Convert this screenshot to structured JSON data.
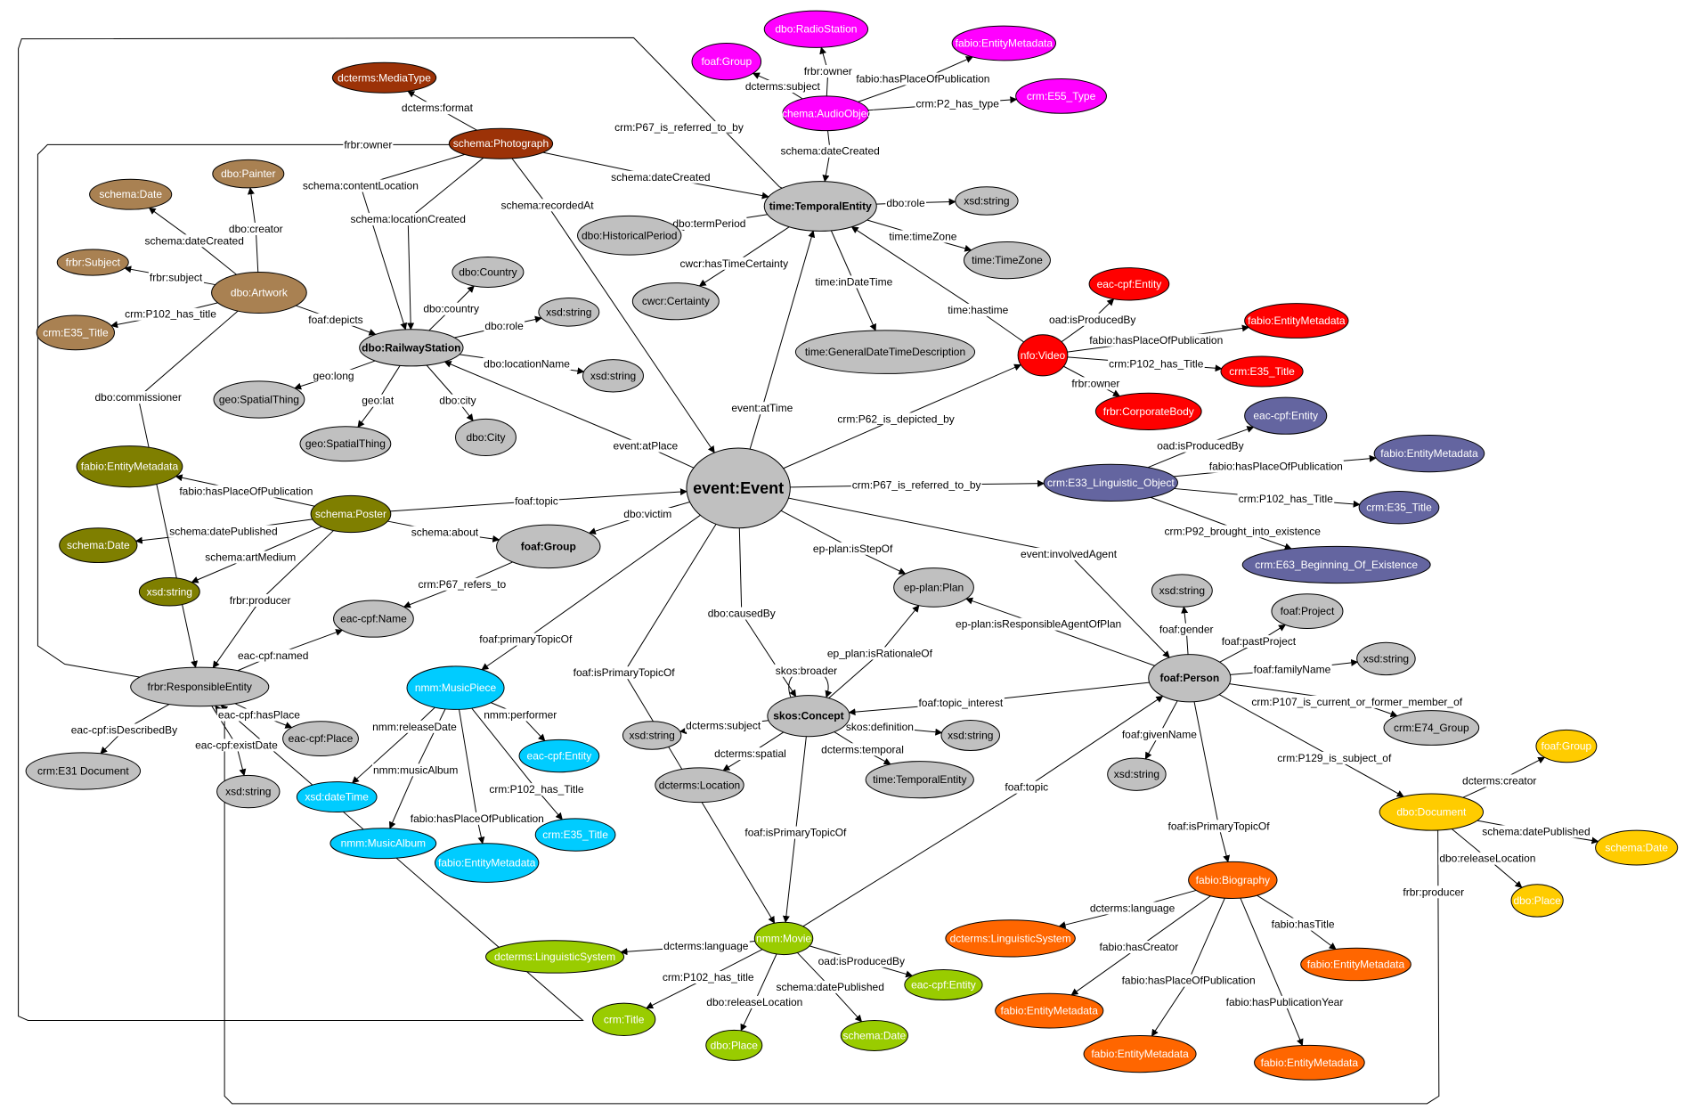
{
  "colors": {
    "grey": "#c0c0c0",
    "brown": "#a98152",
    "darkbrown": "#9c3207",
    "magenta": "#ff00ff",
    "red": "#ff0000",
    "slate": "#6465a0",
    "olive": "#7f7f00",
    "cyan": "#00ccff",
    "lime": "#99cc00",
    "orange": "#ff6600",
    "gold": "#ffcc00"
  },
  "nodes": [
    {
      "id": "n_mediatype",
      "label": "dcterms:MediaType",
      "color": "darkbrown"
    },
    {
      "id": "n_photo",
      "label": "schema:Photograph",
      "color": "darkbrown"
    },
    {
      "id": "n_painter",
      "label": "dbo:Painter",
      "color": "brown"
    },
    {
      "id": "n_date1",
      "label": "schema:Date",
      "color": "brown"
    },
    {
      "id": "n_subject",
      "label": "frbr:Subject",
      "color": "brown"
    },
    {
      "id": "n_artwork",
      "label": "dbo:Artwork",
      "color": "brown"
    },
    {
      "id": "n_title1",
      "label": "crm:E35_Title",
      "color": "brown"
    },
    {
      "id": "n_radio",
      "label": "dbo:RadioStation",
      "color": "magenta"
    },
    {
      "id": "n_group1",
      "label": "foaf:Group",
      "color": "magenta"
    },
    {
      "id": "n_fem1",
      "label": "fabio:EntityMetadata",
      "color": "magenta"
    },
    {
      "id": "n_audio",
      "label": "schema:AudioObject",
      "color": "magenta"
    },
    {
      "id": "n_type",
      "label": "crm:E55_Type",
      "color": "magenta"
    },
    {
      "id": "n_temporal",
      "label": "time:TemporalEntity",
      "color": "grey",
      "bold": true
    },
    {
      "id": "n_xsd1",
      "label": "xsd:string",
      "color": "grey"
    },
    {
      "id": "n_hist",
      "label": "dbo:HistoricalPeriod",
      "color": "grey"
    },
    {
      "id": "n_tz",
      "label": "time:TimeZone",
      "color": "grey"
    },
    {
      "id": "n_cert",
      "label": "cwcr:Certainty",
      "color": "grey"
    },
    {
      "id": "n_gdtd",
      "label": "time:GeneralDateTimeDescription",
      "color": "grey"
    },
    {
      "id": "n_country",
      "label": "dbo:Country",
      "color": "grey"
    },
    {
      "id": "n_xsd2",
      "label": "xsd:string",
      "color": "grey"
    },
    {
      "id": "n_rail",
      "label": "dbo:RailwayStation",
      "color": "grey",
      "bold": true
    },
    {
      "id": "n_xsd3",
      "label": "xsd:string",
      "color": "grey"
    },
    {
      "id": "n_spat1",
      "label": "geo:SpatialThing",
      "color": "grey"
    },
    {
      "id": "n_spat2",
      "label": "geo:SpatialThing",
      "color": "grey"
    },
    {
      "id": "n_city",
      "label": "dbo:City",
      "color": "grey"
    },
    {
      "id": "n_event",
      "label": "event:Event",
      "color": "grey",
      "bold": true,
      "big": true
    },
    {
      "id": "n_eacent1",
      "label": "eac-cpf:Entity",
      "color": "red"
    },
    {
      "id": "n_fem2",
      "label": "fabio:EntityMetadata",
      "color": "red"
    },
    {
      "id": "n_video",
      "label": "nfo:Video",
      "color": "red"
    },
    {
      "id": "n_title2",
      "label": "crm:E35_Title",
      "color": "red"
    },
    {
      "id": "n_corp",
      "label": "frbr:CorporateBody",
      "color": "red"
    },
    {
      "id": "n_eacent2",
      "label": "eac-cpf:Entity",
      "color": "slate"
    },
    {
      "id": "n_fem3",
      "label": "fabio:EntityMetadata",
      "color": "slate"
    },
    {
      "id": "n_ling",
      "label": "crm:E33_Linguistic_Object",
      "color": "slate"
    },
    {
      "id": "n_title3",
      "label": "crm:E35_Title",
      "color": "slate"
    },
    {
      "id": "n_e63",
      "label": "crm:E63_Beginning_Of_Existence",
      "color": "slate"
    },
    {
      "id": "n_fem4",
      "label": "fabio:EntityMetadata",
      "color": "olive"
    },
    {
      "id": "n_poster",
      "label": "schema:Poster",
      "color": "olive"
    },
    {
      "id": "n_date2",
      "label": "schema:Date",
      "color": "olive"
    },
    {
      "id": "n_xsd4",
      "label": "xsd:string",
      "color": "olive"
    },
    {
      "id": "n_group2",
      "label": "foaf:Group",
      "color": "grey",
      "bold": true
    },
    {
      "id": "n_eacname",
      "label": "eac-cpf:Name",
      "color": "grey"
    },
    {
      "id": "n_plan",
      "label": "ep-plan:Plan",
      "color": "grey"
    },
    {
      "id": "n_xsd5",
      "label": "xsd:string",
      "color": "grey"
    },
    {
      "id": "n_project",
      "label": "foaf:Project",
      "color": "grey"
    },
    {
      "id": "n_xsd6",
      "label": "xsd:string",
      "color": "grey"
    },
    {
      "id": "n_person",
      "label": "foaf:Person",
      "color": "grey",
      "bold": true
    },
    {
      "id": "n_e74",
      "label": "crm:E74_Group",
      "color": "grey"
    },
    {
      "id": "n_resp",
      "label": "frbr:ResponsibleEntity",
      "color": "grey"
    },
    {
      "id": "n_eacplace",
      "label": "eac-cpf:Place",
      "color": "grey"
    },
    {
      "id": "n_e31",
      "label": "crm:E31 Document",
      "color": "grey"
    },
    {
      "id": "n_xsd7",
      "label": "xsd:string",
      "color": "grey"
    },
    {
      "id": "n_music",
      "label": "nmm:MusicPiece",
      "color": "cyan"
    },
    {
      "id": "n_eacent3",
      "label": "eac-cpf:Entity",
      "color": "cyan"
    },
    {
      "id": "n_dt",
      "label": "xsd:dateTime",
      "color": "cyan"
    },
    {
      "id": "n_album",
      "label": "nmm:MusicAlbum",
      "color": "cyan"
    },
    {
      "id": "n_fem5",
      "label": "fabio:EntityMetadata",
      "color": "cyan"
    },
    {
      "id": "n_title4",
      "label": "crm:E35_Title",
      "color": "cyan"
    },
    {
      "id": "n_concept",
      "label": "skos:Concept",
      "color": "grey",
      "bold": true
    },
    {
      "id": "n_xsd8",
      "label": "xsd:string",
      "color": "grey"
    },
    {
      "id": "n_xsd9",
      "label": "xsd:string",
      "color": "grey"
    },
    {
      "id": "n_loc",
      "label": "dcterms:Location",
      "color": "grey"
    },
    {
      "id": "n_temporal2",
      "label": "time:TemporalEntity",
      "color": "grey"
    },
    {
      "id": "n_xsd10",
      "label": "xsd:string",
      "color": "grey"
    },
    {
      "id": "n_group3",
      "label": "foaf:Group",
      "color": "gold"
    },
    {
      "id": "n_doc",
      "label": "dbo:Document",
      "color": "gold"
    },
    {
      "id": "n_date3",
      "label": "schema:Date",
      "color": "gold"
    },
    {
      "id": "n_place2",
      "label": "dbo:Place",
      "color": "gold"
    },
    {
      "id": "n_bio",
      "label": "fabio:Biography",
      "color": "orange"
    },
    {
      "id": "n_lingsys2",
      "label": "dcterms:LinguisticSystem",
      "color": "orange"
    },
    {
      "id": "n_fem6",
      "label": "fabio:EntityMetadata",
      "color": "orange"
    },
    {
      "id": "n_fem7",
      "label": "fabio:EntityMetadata",
      "color": "orange"
    },
    {
      "id": "n_fem8",
      "label": "fabio:EntityMetadata",
      "color": "orange"
    },
    {
      "id": "n_fem9",
      "label": "fabio:EntityMetadata",
      "color": "orange"
    },
    {
      "id": "n_movie",
      "label": "nmm:Movie",
      "color": "lime"
    },
    {
      "id": "n_lingsys1",
      "label": "dcterms:LinguisticSystem",
      "color": "lime"
    },
    {
      "id": "n_eacent4",
      "label": "eac-cpf:Entity",
      "color": "lime"
    },
    {
      "id": "n_ctitle",
      "label": "crm:Title",
      "color": "lime"
    },
    {
      "id": "n_place1",
      "label": "dbo:Place",
      "color": "lime"
    },
    {
      "id": "n_date4",
      "label": "schema:Date",
      "color": "lime"
    }
  ],
  "edges": [
    {
      "label": "dcterms:format",
      "from": "n_photo",
      "to": "n_mediatype"
    },
    {
      "label": "frbr:owner",
      "from": "n_photo",
      "to": "n_resp"
    },
    {
      "label": "schema:contentLocation",
      "from": "n_photo",
      "to": "n_rail"
    },
    {
      "label": "schema:locationCreated",
      "from": "n_photo",
      "to": "n_rail"
    },
    {
      "label": "schema:recordedAt",
      "from": "n_photo",
      "to": "n_event"
    },
    {
      "label": "schema:dateCreated",
      "from": "n_photo",
      "to": "n_temporal"
    },
    {
      "label": "dbo:creator",
      "from": "n_artwork",
      "to": "n_painter"
    },
    {
      "label": "schema:dateCreated",
      "from": "n_artwork",
      "to": "n_date1"
    },
    {
      "label": "frbr:subject",
      "from": "n_artwork",
      "to": "n_subject"
    },
    {
      "label": "crm:P102_has_title",
      "from": "n_artwork",
      "to": "n_title1"
    },
    {
      "label": "foaf:depicts",
      "from": "n_artwork",
      "to": "n_rail"
    },
    {
      "label": "dbo:commissioner",
      "from": "n_artwork",
      "to": "n_resp"
    },
    {
      "label": "frbr:owner",
      "from": "n_audio",
      "to": "n_radio"
    },
    {
      "label": "dcterms:subject",
      "from": "n_audio",
      "to": "n_group1"
    },
    {
      "label": "fabio:hasPlaceOfPublication",
      "from": "n_audio",
      "to": "n_fem1"
    },
    {
      "label": "crm:P2_has_type",
      "from": "n_audio",
      "to": "n_type"
    },
    {
      "label": "schema:dateCreated",
      "from": "n_audio",
      "to": "n_temporal"
    },
    {
      "label": "crm:P67_is_referred_to_by",
      "from": "n_temporal",
      "to": "n_resp"
    },
    {
      "label": "dbo:role",
      "from": "n_temporal",
      "to": "n_xsd1"
    },
    {
      "label": "dbo:termPeriod",
      "from": "n_temporal",
      "to": "n_hist"
    },
    {
      "label": "time:timeZone",
      "from": "n_temporal",
      "to": "n_tz"
    },
    {
      "label": "cwcr:hasTimeCertainty",
      "from": "n_temporal",
      "to": "n_cert"
    },
    {
      "label": "time:inDateTime",
      "from": "n_temporal",
      "to": "n_gdtd"
    },
    {
      "label": "time:hastime",
      "from": "n_video",
      "to": "n_temporal"
    },
    {
      "label": "dbo:country",
      "from": "n_rail",
      "to": "n_country"
    },
    {
      "label": "dbo:role",
      "from": "n_rail",
      "to": "n_xsd2"
    },
    {
      "label": "dbo:locationName",
      "from": "n_rail",
      "to": "n_xsd3"
    },
    {
      "label": "geo:long",
      "from": "n_rail",
      "to": "n_spat1"
    },
    {
      "label": "geo:lat",
      "from": "n_rail",
      "to": "n_spat2"
    },
    {
      "label": "dbo:city",
      "from": "n_rail",
      "to": "n_city"
    },
    {
      "label": "event:atPlace",
      "from": "n_event",
      "to": "n_rail"
    },
    {
      "label": "event:atTime",
      "from": "n_event",
      "to": "n_temporal"
    },
    {
      "label": "crm:P62_is_depicted_by",
      "from": "n_event",
      "to": "n_video"
    },
    {
      "label": "oad:isProducedBy",
      "from": "n_video",
      "to": "n_eacent1"
    },
    {
      "label": "fabio:hasPlaceOfPublication",
      "from": "n_video",
      "to": "n_fem2"
    },
    {
      "label": "crm:P102_has_Title",
      "from": "n_video",
      "to": "n_title2"
    },
    {
      "label": "frbr:owner",
      "from": "n_video",
      "to": "n_corp"
    },
    {
      "label": "crm:P67_is_referred_to_by",
      "from": "n_event",
      "to": "n_ling"
    },
    {
      "label": "oad:isProducedBy",
      "from": "n_ling",
      "to": "n_eacent2"
    },
    {
      "label": "fabio:hasPlaceOfPublication",
      "from": "n_ling",
      "to": "n_fem3"
    },
    {
      "label": "crm:P102_has_Title",
      "from": "n_ling",
      "to": "n_title3"
    },
    {
      "label": "crm:P92_brought_into_existence",
      "from": "n_ling",
      "to": "n_e63"
    },
    {
      "label": "fabio:hasPlaceOfPublication",
      "from": "n_poster",
      "to": "n_fem4"
    },
    {
      "label": "schema:datePublished",
      "from": "n_poster",
      "to": "n_date2"
    },
    {
      "label": "schema:artMedium",
      "from": "n_poster",
      "to": "n_xsd4"
    },
    {
      "label": "schema:about",
      "from": "n_poster",
      "to": "n_group2"
    },
    {
      "label": "foaf:topic",
      "from": "n_poster",
      "to": "n_event"
    },
    {
      "label": "frbr:producer",
      "from": "n_poster",
      "to": "n_resp"
    },
    {
      "label": "dbo:victim",
      "from": "n_event",
      "to": "n_group2"
    },
    {
      "label": "crm:P67_refers_to",
      "from": "n_group2",
      "to": "n_eacname"
    },
    {
      "label": "eac-cpf:named",
      "from": "n_resp",
      "to": "n_eacname"
    },
    {
      "label": "eac-cpf:isDescribedBy",
      "from": "n_resp",
      "to": "n_e31"
    },
    {
      "label": "eac-cpf:hasPlace",
      "from": "n_resp",
      "to": "n_eacplace"
    },
    {
      "label": "eac-cpf:existDate",
      "from": "n_resp",
      "to": "n_xsd7"
    },
    {
      "label": "ep-plan:isStepOf",
      "from": "n_event",
      "to": "n_plan"
    },
    {
      "label": "event:involvedAgent",
      "from": "n_event",
      "to": "n_person"
    },
    {
      "label": "ep-plan:isResponsibleAgentOfPlan",
      "from": "n_person",
      "to": "n_plan"
    },
    {
      "label": "ep_plan:isRationaleOf",
      "from": "n_concept",
      "to": "n_plan"
    },
    {
      "label": "dbo:causedBy",
      "from": "n_event",
      "to": "n_concept"
    },
    {
      "label": "foaf:primaryTopicOf",
      "from": "n_event",
      "to": "n_music"
    },
    {
      "label": "foaf:isPrimaryTopicOf",
      "from": "n_event",
      "to": "n_movie"
    },
    {
      "label": "foaf:gender",
      "from": "n_person",
      "to": "n_xsd5"
    },
    {
      "label": "foaf:pastProject",
      "from": "n_person",
      "to": "n_project"
    },
    {
      "label": "foaf:familyName",
      "from": "n_person",
      "to": "n_xsd6"
    },
    {
      "label": "crm:P107_is_current_or_former_member_of",
      "from": "n_person",
      "to": "n_e74"
    },
    {
      "label": "foaf:topic_interest",
      "from": "n_person",
      "to": "n_concept"
    },
    {
      "label": "foaf:givenName",
      "from": "n_person",
      "to": "n_xsd10"
    },
    {
      "label": "crm:P129_is_subject_of",
      "from": "n_person",
      "to": "n_doc"
    },
    {
      "label": "foaf:isPrimaryTopicOf",
      "from": "n_person",
      "to": "n_bio"
    },
    {
      "label": "foaf:topic",
      "from": "n_movie",
      "to": "n_person"
    },
    {
      "label": "skos:broader",
      "from": "n_concept",
      "to": "n_concept"
    },
    {
      "label": "dcterms:subject",
      "from": "n_concept",
      "to": "n_xsd8"
    },
    {
      "label": "skos:definition",
      "from": "n_concept",
      "to": "n_xsd9"
    },
    {
      "label": "dcterms:spatial",
      "from": "n_concept",
      "to": "n_loc"
    },
    {
      "label": "dcterms:temporal",
      "from": "n_concept",
      "to": "n_temporal2"
    },
    {
      "label": "foaf:isPrimaryTopicOf",
      "from": "n_concept",
      "to": "n_movie"
    },
    {
      "label": "nmm:releaseDate",
      "from": "n_music",
      "to": "n_dt"
    },
    {
      "label": "nmm:musicAlbum",
      "from": "n_music",
      "to": "n_album"
    },
    {
      "label": "fabio:hasPlaceOfPublication",
      "from": "n_music",
      "to": "n_fem5"
    },
    {
      "label": "crm:P102_has_Title",
      "from": "n_music",
      "to": "n_title4"
    },
    {
      "label": "nmm:performer",
      "from": "n_music",
      "to": "n_eacent3"
    },
    {
      "label": "dcterms:creator",
      "from": "n_doc",
      "to": "n_group3"
    },
    {
      "label": "schema:datePublished",
      "from": "n_doc",
      "to": "n_date3"
    },
    {
      "label": "dbo:releaseLocation",
      "from": "n_doc",
      "to": "n_place2"
    },
    {
      "label": "frbr:producer",
      "from": "n_doc",
      "to": "n_resp"
    },
    {
      "label": "dcterms:language",
      "from": "n_bio",
      "to": "n_lingsys2"
    },
    {
      "label": "fabio:hasCreator",
      "from": "n_bio",
      "to": "n_fem6"
    },
    {
      "label": "fabio:hasPlaceOfPublication",
      "from": "n_bio",
      "to": "n_fem7"
    },
    {
      "label": "fabio:hasTitle",
      "from": "n_bio",
      "to": "n_fem8"
    },
    {
      "label": "fabio:hasPublicationYear",
      "from": "n_bio",
      "to": "n_fem9"
    },
    {
      "label": "dcterms:language",
      "from": "n_movie",
      "to": "n_lingsys1"
    },
    {
      "label": "oad:isProducedBy",
      "from": "n_movie",
      "to": "n_eacent4"
    },
    {
      "label": "crm:P102_has_title",
      "from": "n_movie",
      "to": "n_ctitle"
    },
    {
      "label": "dbo:releaseLocation",
      "from": "n_movie",
      "to": "n_place1"
    },
    {
      "label": "schema:datePublished",
      "from": "n_movie",
      "to": "n_date4"
    }
  ]
}
